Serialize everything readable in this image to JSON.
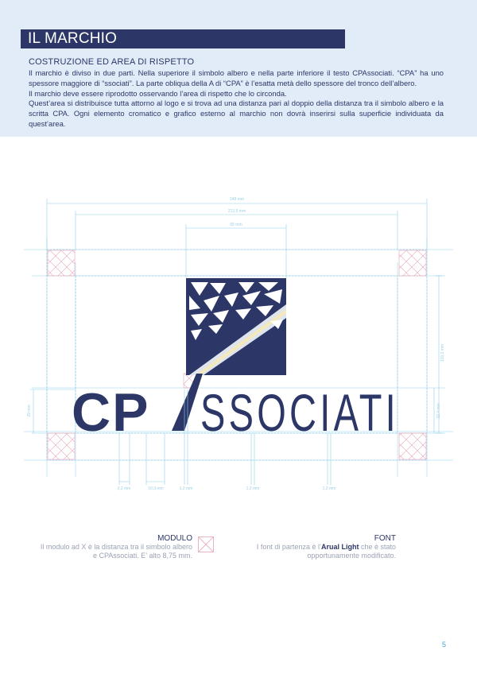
{
  "header": {
    "section_title": "IL MARCHIO",
    "subtitle": "COSTRUZIONE ED AREA DI RISPETTO",
    "paragraphs": [
      "Il marchio è diviso in due parti. Nella superiore il simbolo albero e nella parte inferiore il testo CPAssociati. “CPA” ha uno spessore maggiore di “ssociati”. La parte obliqua della A di “CPA” è l’esatta metà dello spessore del tronco dell’albero.",
      "Il marchio deve essere riprodotto osservando l’area di rispetto che lo circonda.",
      "Quest’area si distribuisce tutta attorno al logo e si trova ad una distanza pari al doppio della distanza tra il simbolo albero e la scritta CPA. Ogni elemento cromatico e grafico esterno al marchio non dovrà inserirsi sulla superficie individuata da quest’area."
    ]
  },
  "logo": {
    "text_bold": "CP",
    "text_light": "SSOCIATI"
  },
  "dimensions": {
    "total_width": "248 mm",
    "logo_width": "213,5 mm",
    "symbol_width": "65 mm",
    "total_height": "119,3 mm",
    "text_height_left": "29 mm",
    "text_height_right": "32,4 mm",
    "bottom": [
      "3,2 mm",
      "10,3 mm",
      "1,2 mm",
      "1,2 mm",
      "1,2 mm"
    ]
  },
  "modulo": {
    "title": "MODULO",
    "lines": [
      "Il modulo ad X è la distanza tra il simbolo albero",
      "e CPAssociati. E’ alto 8,75 mm."
    ]
  },
  "font_note": {
    "title": "FONT",
    "line1_prefix": "I font di partenza è l’",
    "font_name": "Arual Light",
    "line1_suffix": " che è stato",
    "line2": "opportunamente modificato."
  },
  "page_number": "5",
  "colors": {
    "brand": "#2c3768",
    "band": "#e2ecf8",
    "guide": "#8fd0ea",
    "module": "#e8a2b5"
  }
}
